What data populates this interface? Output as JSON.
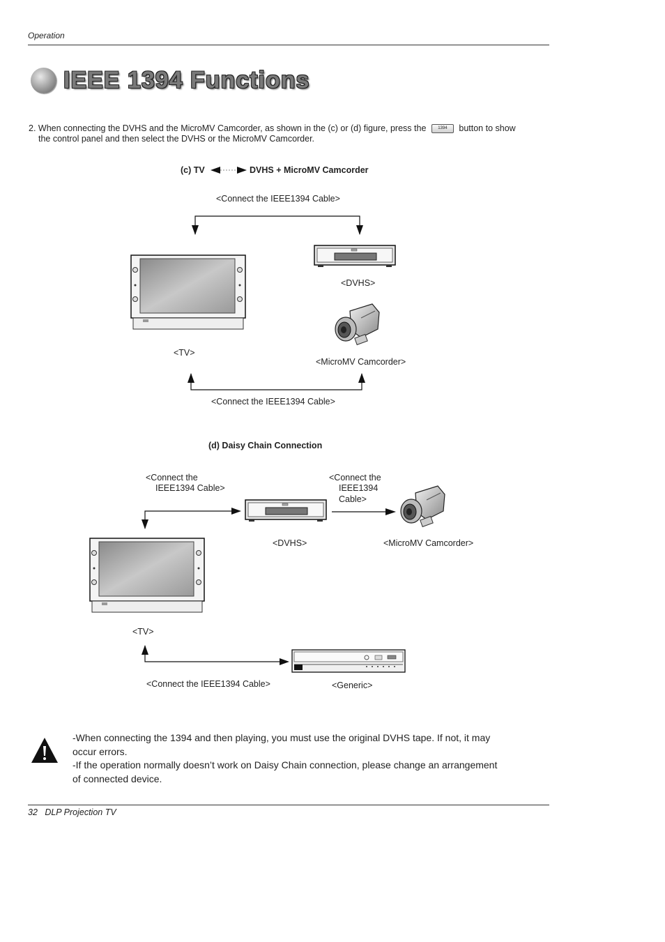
{
  "header": {
    "section": "Operation"
  },
  "title": "IEEE 1394 Functions",
  "instruction": {
    "line1_before": "2. When connecting  the DVHS and the MicroMV Camcorder, as shown in the (c) or (d) figure,  press the",
    "button_key": "1394",
    "line1_after": "button  to show",
    "line2": "the control panel and then select the DVHS or the MicroMV Camcorder."
  },
  "figure_c": {
    "heading_left": "(c) TV",
    "heading_right": "DVHS + MicroMV Camcorder",
    "cable_top": "<Connect the IEEE1394 Cable>",
    "dvhs": "<DVHS>",
    "tv": "<TV>",
    "camcorder": "<MicroMV Camcorder>",
    "cable_bottom": "<Connect the IEEE1394 Cable>"
  },
  "figure_d": {
    "heading": "(d) Daisy Chain Connection",
    "cable_left_line1": "<Connect the",
    "cable_left_line2": "IEEE1394 Cable>",
    "cable_right_line1": "<Connect the",
    "cable_right_line2": "IEEE1394",
    "cable_right_line3": "Cable>",
    "dvhs": "<DVHS>",
    "camcorder": "<MicroMV Camcorder>",
    "tv": "<TV>",
    "cable_bottom": "<Connect the IEEE1394 Cable>",
    "generic": "<Generic>"
  },
  "warning": {
    "line1": "-When connecting the 1394 and then playing, you must use the original DVHS tape. If not, it may",
    "line2": "occur errors.",
    "line3": "-If the operation normally doesn’t work on Daisy Chain connection, please change an arrangement",
    "line4": "of connected device."
  },
  "footer": {
    "page": "32",
    "product": "DLP Projection TV"
  }
}
